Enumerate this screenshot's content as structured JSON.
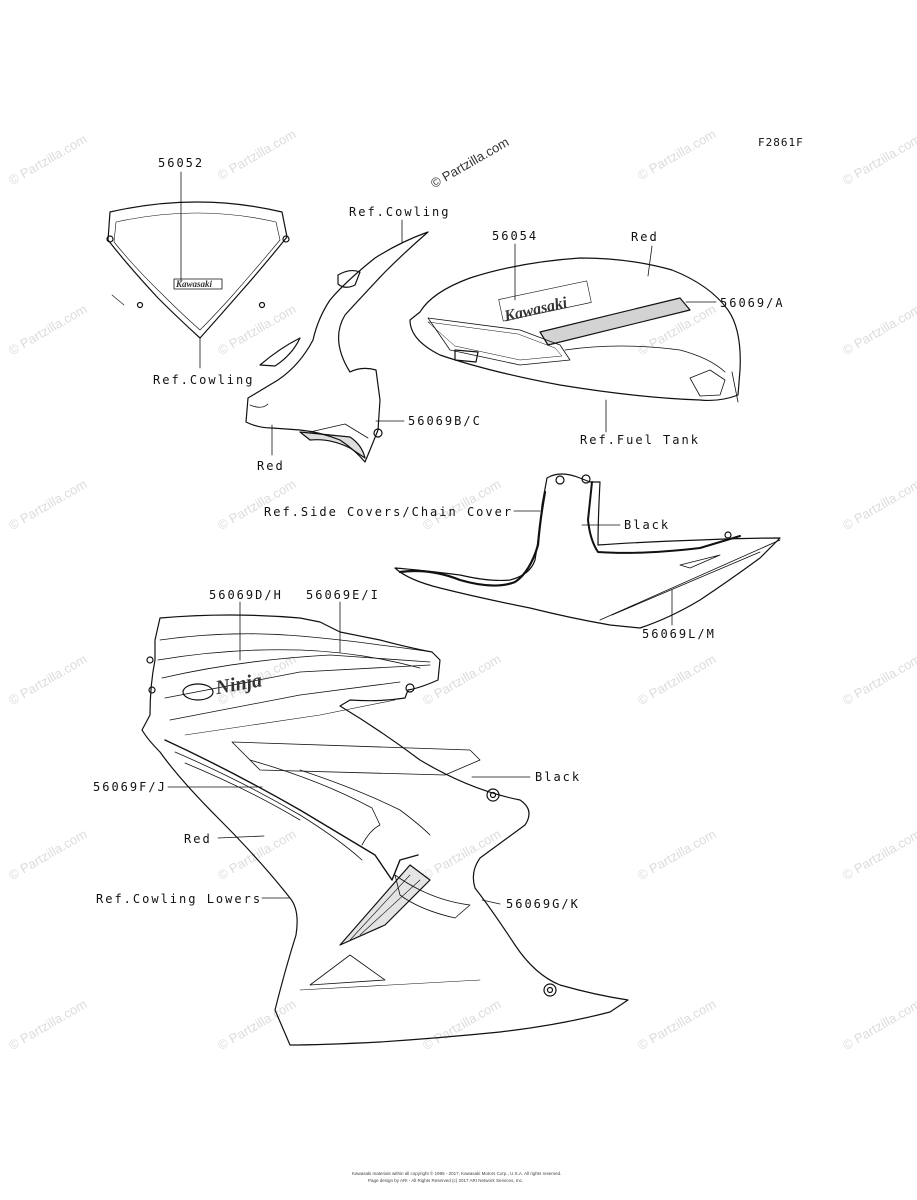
{
  "diagram_code": "F2861F",
  "watermark_main": "© Partzilla.com",
  "watermark_repeat": "© Partzilla.com",
  "labels": {
    "p56052": "56052",
    "ref_cowling_top": "Ref.Cowling",
    "p56054": "56054",
    "red_tank": "Red",
    "p56069_a": "56069/A",
    "ref_cowling_left": "Ref.Cowling",
    "p56069_bc": "56069B/C",
    "red_cowling": "Red",
    "ref_fuel_tank": "Ref.Fuel Tank",
    "ref_side_covers": "Ref.Side Covers/Chain Cover",
    "black_side": "Black",
    "p56069_lm": "56069L/M",
    "p56069_dh": "56069D/H",
    "p56069_ei": "56069E/I",
    "black_lower": "Black",
    "p56069_fj": "56069F/J",
    "red_lower": "Red",
    "ref_cowling_lowers": "Ref.Cowling Lowers",
    "p56069_gk": "56069G/K"
  },
  "logos": {
    "windshield_logo": "Kawasaki",
    "tank_logo": "Kawasaki",
    "ninja_logo": "Ninja"
  },
  "footer": {
    "line1": "Kawasaki materials within all copyright © 1995 - 2017, Kawasaki Motors Corp., U.S.A. All rights reserved.",
    "line2": "Page design by ARI - All Rights Reserved (c) 2017 ARI Network Services, Inc."
  },
  "colors": {
    "ink": "#111111",
    "watermark": "#dcdcdc",
    "paper": "#ffffff"
  }
}
